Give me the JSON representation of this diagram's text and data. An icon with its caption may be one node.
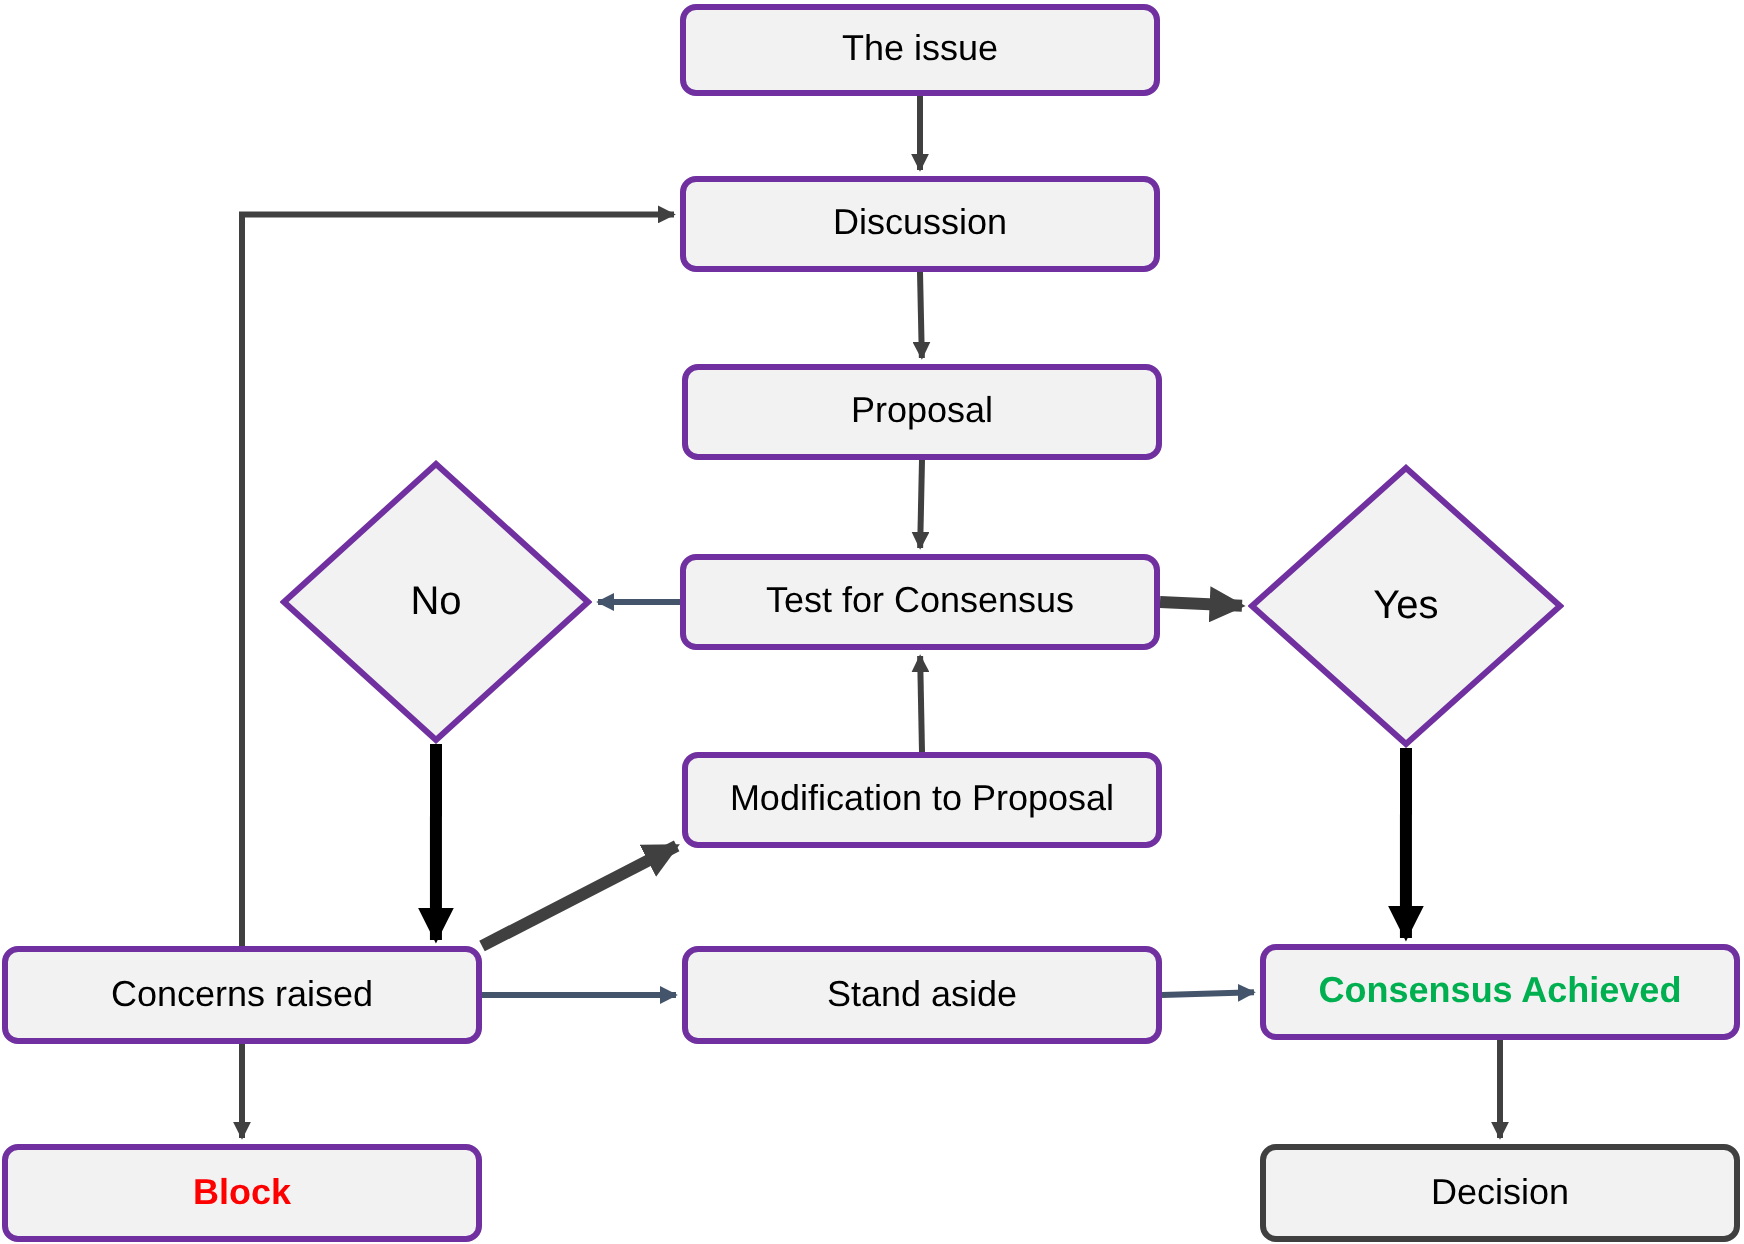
{
  "diagram": {
    "nodes": [
      {
        "text": [
          "The issue"
        ]
      },
      {
        "text": [
          "Discussion"
        ]
      },
      {
        "text": [
          "Proposal"
        ]
      },
      {
        "text": [
          "Test for Consensus"
        ]
      },
      {
        "text": [
          "No"
        ]
      },
      {
        "text": [
          "Yes"
        ]
      },
      {
        "text": [
          "Modification to Proposal"
        ]
      },
      {
        "text": [
          "Concerns raised"
        ]
      },
      {
        "text": [
          "Stand aside"
        ]
      },
      {
        "text": [
          "Consensus Achieved"
        ]
      },
      {
        "text": [
          "Block"
        ]
      },
      {
        "text": [
          "Decision"
        ]
      }
    ],
    "edges": [
      {
        "from": 0,
        "to": 1,
        "arrow": "to"
      },
      {
        "from": 1,
        "to": 2,
        "arrow": "to"
      },
      {
        "from": 2,
        "to": 3,
        "arrow": "to"
      },
      {
        "from": 3,
        "to": 4,
        "arrow": "to",
        "color": "#44546a"
      },
      {
        "from": 3,
        "to": 5,
        "arrow": "to",
        "style": "thick"
      },
      {
        "from": 4,
        "to": 7,
        "arrow": "to",
        "style": "thick",
        "color": "#000000"
      },
      {
        "from": 5,
        "to": 9,
        "arrow": "to",
        "style": "thick",
        "color": "#000000"
      },
      {
        "from": 7,
        "to": 6,
        "arrow": "to",
        "style": "thick"
      },
      {
        "from": 6,
        "to": 3,
        "arrow": "to"
      },
      {
        "from": 7,
        "to": 8,
        "arrow": "to",
        "color": "#44546a"
      },
      {
        "from": 8,
        "to": 9,
        "arrow": "to",
        "color": "#44546a"
      },
      {
        "from": 7,
        "to": 10,
        "arrow": "to"
      },
      {
        "from": 9,
        "to": 11,
        "arrow": "to"
      },
      {
        "from": 7,
        "to": 1,
        "arrow": "to"
      }
    ]
  }
}
